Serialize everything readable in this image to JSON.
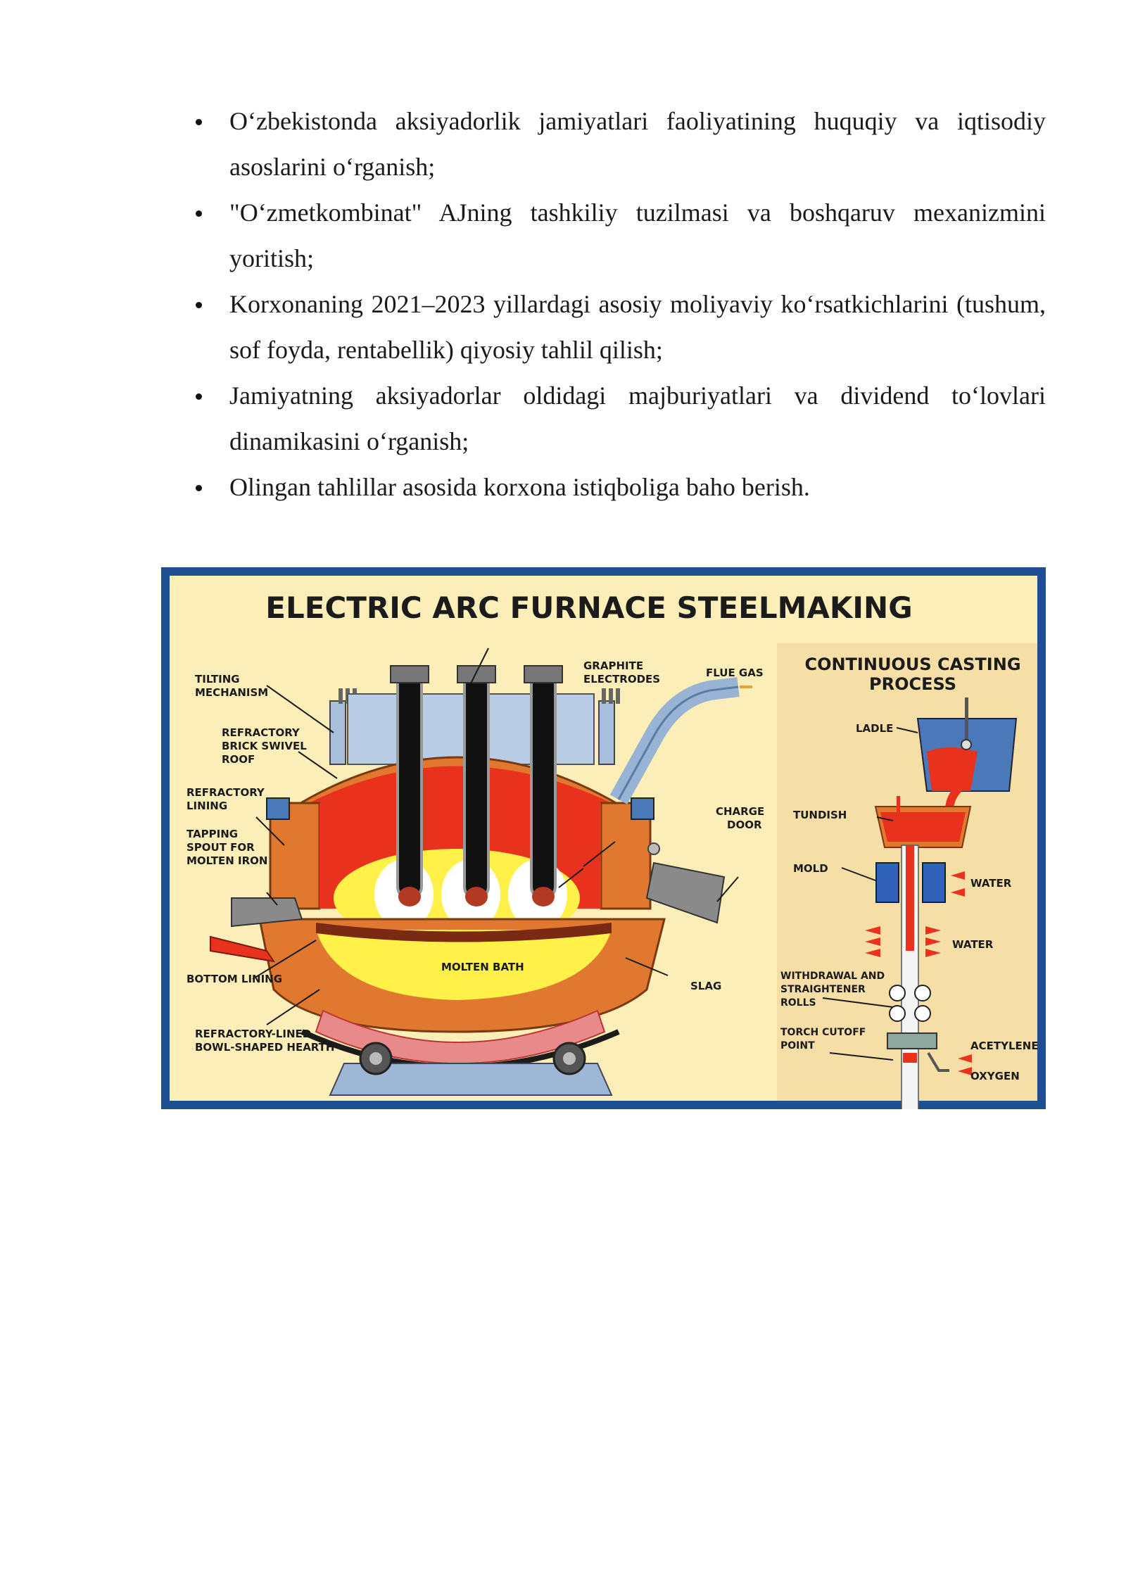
{
  "bullets": [
    "O‘zbekistonda aksiyadorlik jamiyatlari faoliyatining huquqiy va iqtisodiy asoslarini o‘rganish;",
    "\"O‘zmetkombinat\" AJning tashkiliy tuzilmasi va boshqaruv mexanizmini yoritish;",
    "Korxonaning 2021–2023 yillardagi asosiy moliyaviy ko‘rsatkichlarini (tushum, sof foyda, rentabellik) qiyosiy tahlil qilish;",
    "Jamiyatning aksiyadorlar oldidagi majburiyatlari va dividend to‘lovlari dinamikasini o‘rganish;",
    "Olingan tahlillar asosida korxona istiqboliga baho berish."
  ],
  "figure": {
    "title": "ELECTRIC ARC FURNACE STEELMAKING",
    "casting_title_1": "CONTINUOUS CASTING",
    "casting_title_2": "PROCESS",
    "labels": {
      "tilting_1": "TILTING",
      "tilting_2": "MECHANISM",
      "graphite_1": "GRAPHITE",
      "graphite_2": "ELECTRODES",
      "flue_gas": "FLUE GAS",
      "roof_1": "REFRACTORY",
      "roof_2": "BRICK SWIVEL",
      "roof_3": "ROOF",
      "lining_1": "REFRACTORY",
      "lining_2": "LINING",
      "tapping_1": "TAPPING",
      "tapping_2": "SPOUT FOR",
      "tapping_3": "MOLTEN IRON",
      "charge_1": "CHARGE",
      "charge_2": "DOOR",
      "molten_bath": "MOLTEN BATH",
      "slag": "SLAG",
      "bottom_lining": "BOTTOM LINING",
      "hearth_1": "REFRACTORY-LINED",
      "hearth_2": "BOWL-SHAPED HEARTH",
      "ladle": "LADLE",
      "tundish": "TUNDISH",
      "mold": "MOLD",
      "water_1": "WATER",
      "water_2": "WATER",
      "withdrawal_1": "WITHDRAWAL AND",
      "withdrawal_2": "STRAIGHTENER",
      "withdrawal_3": "ROLLS",
      "torch_1": "TORCH CUTOFF",
      "torch_2": "POINT",
      "acetylene": "ACETYLENE",
      "oxygen": "OXYGEN"
    },
    "colors": {
      "border": "#1d4f91",
      "background": "#fbeeb8",
      "casting_panel": "#f6dfa6",
      "brick": "#e0792f",
      "molten": "#e8321e",
      "glow": "#fff04a",
      "steel_blue": "#4a78b8"
    }
  }
}
